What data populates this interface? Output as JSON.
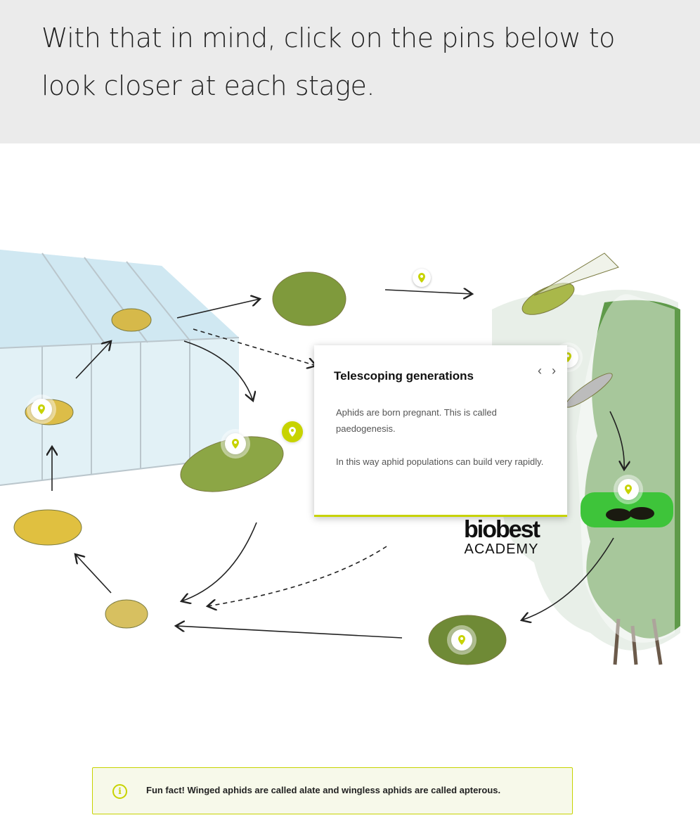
{
  "header": {
    "text": "With that in mind, click on the pins below to look closer at each stage."
  },
  "popup": {
    "title": "Telescoping generations",
    "prev_icon": "chevron-left-icon",
    "next_icon": "chevron-right-icon",
    "paragraphs": [
      "Aphids are born pregnant. This is called paedogenesis.",
      "In this way aphid populations can build very rapidly."
    ]
  },
  "logo": {
    "brand": "biobest",
    "sub": "ACADEMY"
  },
  "fun_fact": {
    "icon": "info-icon",
    "text": "Fun fact! Winged aphids are called alate and wingless aphids are called apterous."
  },
  "colors": {
    "accent": "#c7d300",
    "header_bg": "#ebebeb",
    "fact_bg": "#f7f9ea"
  }
}
